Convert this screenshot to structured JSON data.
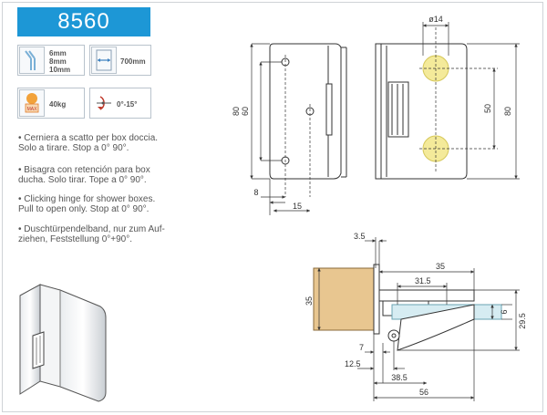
{
  "model": "8560",
  "specs": {
    "thickness": [
      "6mm",
      "8mm",
      "10mm"
    ],
    "max_width": "700mm",
    "max_label": "MAX",
    "weight": "40kg",
    "angle": "0°-15°"
  },
  "descriptions": [
    {
      "bullet": "•",
      "lines": [
        "Cerniera a scatto per box doccia.",
        "Solo a tirare. Stop a 0° 90°."
      ]
    },
    {
      "bullet": "•",
      "lines": [
        "Bisagra con retención para box",
        "ducha. Solo tirar. Tope a 0° 90°."
      ]
    },
    {
      "bullet": "•",
      "lines": [
        "Clicking hinge for shower boxes.",
        "Pull to open only. Stop at 0° 90°."
      ]
    },
    {
      "bullet": "•",
      "lines": [
        "Duschtürpendelband, nur zum Auf-",
        "ziehen, Feststellung 0°+90°."
      ]
    }
  ],
  "dims": {
    "front_h_outer": "80",
    "front_h_inner": "60",
    "front_w_a": "8",
    "front_w_b": "15",
    "side_dia": "ø14",
    "side_inner": "50",
    "side_outer": "80",
    "top_a": "3.5",
    "top_b": "35",
    "top_c": "31.5",
    "top_d": "35",
    "top_e": "6",
    "top_f": "29.5",
    "top_g": "7",
    "top_h": "12.5",
    "top_i": "38.5",
    "top_j": "56"
  }
}
